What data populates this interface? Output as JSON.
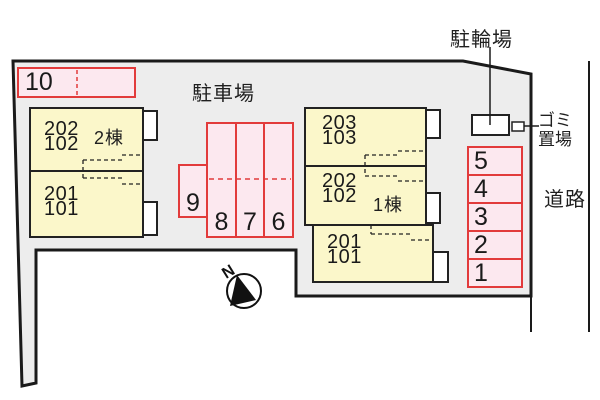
{
  "labels": {
    "parking_lot": "駐車場",
    "bicycle_parking": "駐輪場",
    "garbage_line1": "ゴミ",
    "garbage_line2": "置場",
    "road": "道路",
    "compass_north": "N"
  },
  "buildings": [
    {
      "name": "2棟",
      "units": [
        {
          "upper": "202",
          "lower": "102"
        },
        {
          "upper": "201",
          "lower": "101"
        }
      ]
    },
    {
      "name": "1棟",
      "units": [
        {
          "upper": "203",
          "lower": "103"
        },
        {
          "upper": "202",
          "lower": "102"
        },
        {
          "upper": "201",
          "lower": "101"
        }
      ]
    }
  ],
  "parking": {
    "space_10": "10",
    "space_9": "9",
    "middle_row": [
      "8",
      "7",
      "6"
    ],
    "right_column": [
      "5",
      "4",
      "3",
      "2",
      "1"
    ]
  },
  "colors": {
    "site_fill": "#ededed",
    "outline": "#1a1a1a",
    "building_fill": "#fbf7ca",
    "parking_fill": "#fce8ef",
    "parking_border": "#e23b3b"
  }
}
